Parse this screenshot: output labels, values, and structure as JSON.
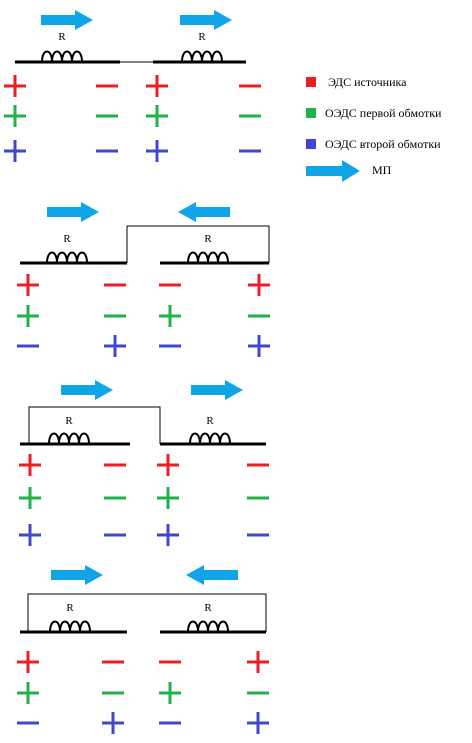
{
  "colors": {
    "source": "#ee1d23",
    "coil1": "#20b34a",
    "coil2": "#3f48cc",
    "field": "#10a5e6",
    "wire": "#000000"
  },
  "coil_label": "R",
  "legend": {
    "source": {
      "text": "ЭДС источника",
      "color": "#ee1d23",
      "icon": "red-square"
    },
    "coil1": {
      "text": "ОЭДС первой обмотки",
      "color": "#20b34a",
      "icon": "green-square"
    },
    "coil2": {
      "text": "ОЭДС второй обмотки",
      "color": "#3f48cc",
      "icon": "blue-square"
    },
    "field": {
      "text": "МП",
      "color": "#10a5e6",
      "icon": "right-arrow"
    }
  },
  "diagrams": [
    {
      "name": "series-aiding",
      "left_coil": {
        "field_direction": "right",
        "signs": [
          [
            "+",
            "-"
          ],
          [
            "+",
            "-"
          ],
          [
            "+",
            "-"
          ]
        ]
      },
      "right_coil": {
        "field_direction": "right",
        "signs": [
          [
            "+",
            "-"
          ],
          [
            "+",
            "-"
          ],
          [
            "+",
            "-"
          ]
        ]
      }
    },
    {
      "name": "series-opposing",
      "left_coil": {
        "field_direction": "right",
        "signs": [
          [
            "+",
            "-"
          ],
          [
            "+",
            "-"
          ],
          [
            "-",
            "+"
          ]
        ]
      },
      "right_coil": {
        "field_direction": "left",
        "signs": [
          [
            "-",
            "+"
          ],
          [
            "+",
            "-"
          ],
          [
            "-",
            "+"
          ]
        ]
      }
    },
    {
      "name": "shorted-first-coil",
      "left_coil": {
        "field_direction": "right",
        "signs": [
          [
            "+",
            "-"
          ],
          [
            "+",
            "-"
          ],
          [
            "+",
            "-"
          ]
        ]
      },
      "right_coil": {
        "field_direction": "right",
        "signs": [
          [
            "+",
            "-"
          ],
          [
            "+",
            "-"
          ],
          [
            "+",
            "-"
          ]
        ]
      }
    },
    {
      "name": "parallel-opposing",
      "left_coil": {
        "field_direction": "right",
        "signs": [
          [
            "+",
            "-"
          ],
          [
            "+",
            "-"
          ],
          [
            "-",
            "+"
          ]
        ]
      },
      "right_coil": {
        "field_direction": "left",
        "signs": [
          [
            "-",
            "+"
          ],
          [
            "+",
            "-"
          ],
          [
            "-",
            "+"
          ]
        ]
      }
    }
  ]
}
